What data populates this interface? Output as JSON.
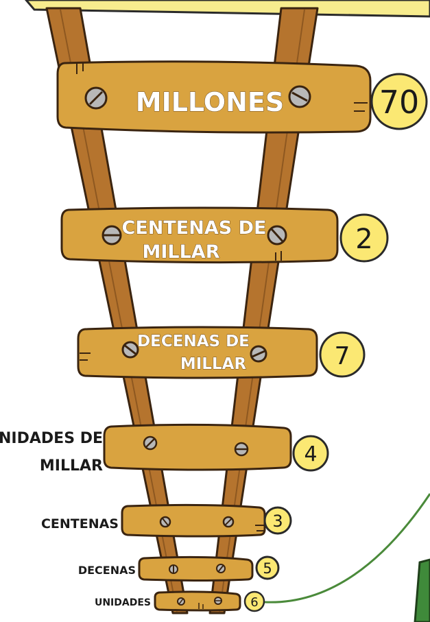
{
  "colors": {
    "banner": "#f7ec8e",
    "ladder_rail": "#b5742e",
    "plank": "#d9a340",
    "plank_outline": "#3a2410",
    "screw": "#b8b8b8",
    "number_circle": "#fbe873",
    "connector_line": "#4a8a3a",
    "green_card": "#3f8a3a"
  },
  "rungs": [
    {
      "label_lines": [
        "MILLONES"
      ],
      "value": "70"
    },
    {
      "label_lines": [
        "CENTENAS DE",
        "MILLAR"
      ],
      "value": "2"
    },
    {
      "label_lines": [
        "DECENAS DE",
        "MILLAR"
      ],
      "value": "7"
    },
    {
      "label_lines": [
        "UNIDADES DE",
        "MILLAR"
      ],
      "value": "4"
    },
    {
      "label_lines": [
        "CENTENAS"
      ],
      "value": "3"
    },
    {
      "label_lines": [
        "DECENAS"
      ],
      "value": "5"
    },
    {
      "label_lines": [
        "UNIDADES"
      ],
      "value": "6"
    }
  ]
}
